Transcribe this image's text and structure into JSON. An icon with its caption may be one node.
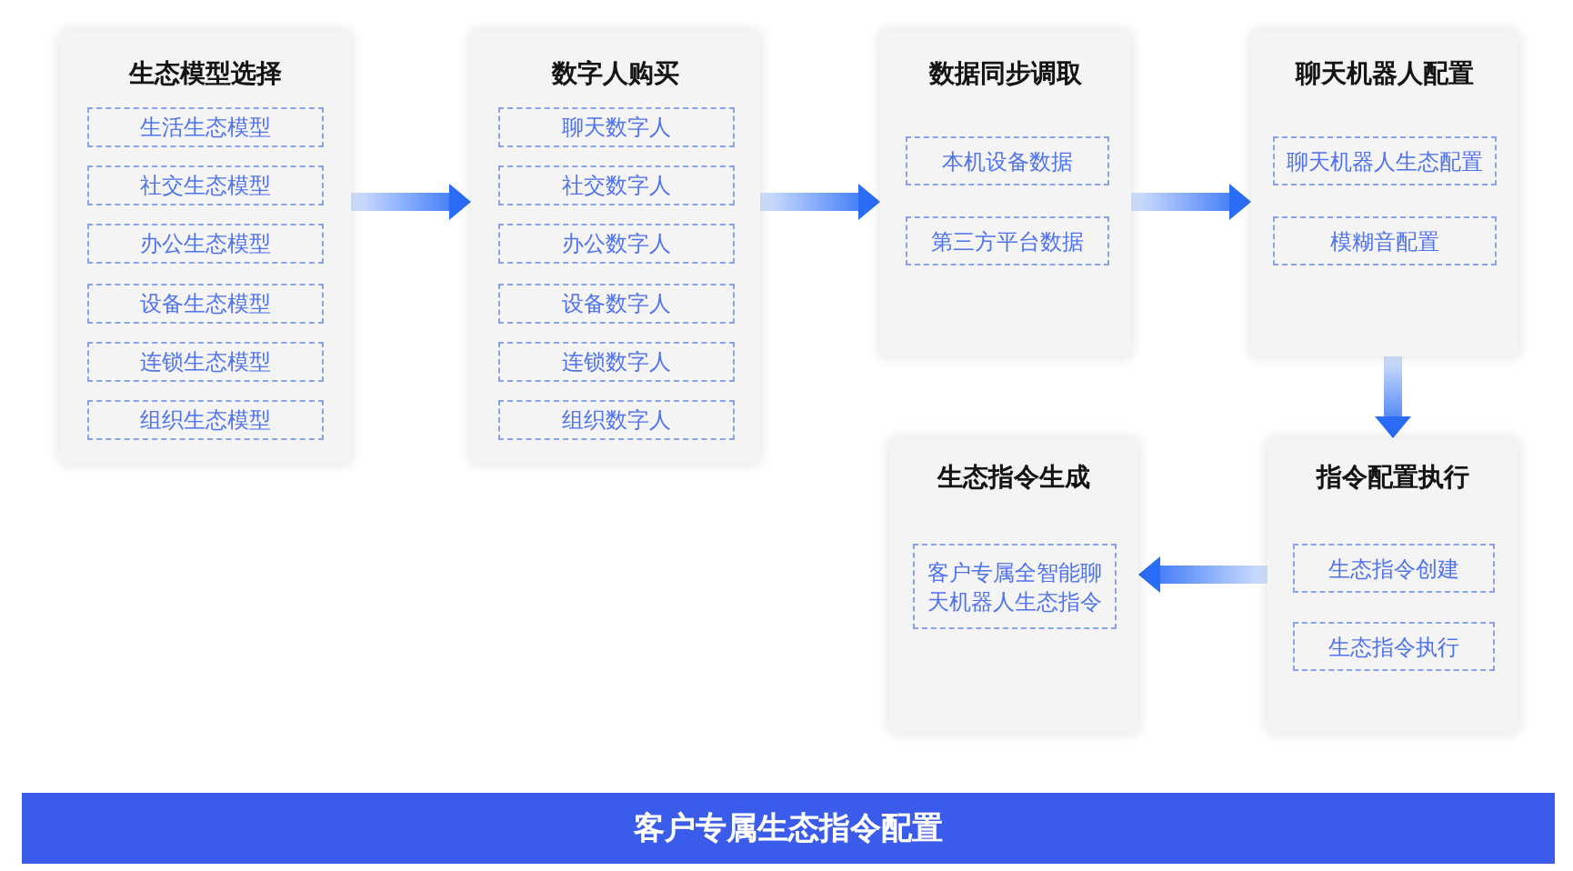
{
  "diagram": {
    "nodes": [
      {
        "text": [
          "生态模型选择"
        ]
      },
      {
        "text": [
          "生活生态模型"
        ],
        "in": 0
      },
      {
        "text": [
          "社交生态模型"
        ],
        "in": 0
      },
      {
        "text": [
          "办公生态模型"
        ],
        "in": 0
      },
      {
        "text": [
          "设备生态模型"
        ],
        "in": 0
      },
      {
        "text": [
          "连锁生态模型"
        ],
        "in": 0
      },
      {
        "text": [
          "组织生态模型"
        ],
        "in": 0
      },
      {
        "text": [
          "数字人购买"
        ]
      },
      {
        "text": [
          "聊天数字人"
        ],
        "in": 7
      },
      {
        "text": [
          "社交数字人"
        ],
        "in": 7
      },
      {
        "text": [
          "办公数字人"
        ],
        "in": 7
      },
      {
        "text": [
          "设备数字人"
        ],
        "in": 7
      },
      {
        "text": [
          "连锁数字人"
        ],
        "in": 7
      },
      {
        "text": [
          "组织数字人"
        ],
        "in": 7
      },
      {
        "text": [
          "数据同步调取"
        ]
      },
      {
        "text": [
          "本机设备数据"
        ],
        "in": 14
      },
      {
        "text": [
          "第三方平台数据"
        ],
        "in": 14
      },
      {
        "text": [
          "聊天机器人配置"
        ]
      },
      {
        "text": [
          "聊天机器人生态配置"
        ],
        "in": 17
      },
      {
        "text": [
          "模糊音配置"
        ],
        "in": 17
      },
      {
        "text": [
          "生态指令生成"
        ]
      },
      {
        "text": [
          "客户专属全智能聊天机器人生态指令"
        ],
        "in": 20
      },
      {
        "text": [
          "指令配置执行"
        ]
      },
      {
        "text": [
          "生态指令创建"
        ],
        "in": 22
      },
      {
        "text": [
          "生态指令执行"
        ],
        "in": 22
      },
      {
        "text": [
          "客户专属生态指令配置"
        ]
      }
    ],
    "edges": [
      {
        "from": 0,
        "to": 7,
        "arrow": "to"
      },
      {
        "from": 7,
        "to": 14,
        "arrow": "to"
      },
      {
        "from": 14,
        "to": 17,
        "arrow": "to"
      },
      {
        "from": 17,
        "to": 22,
        "arrow": "to"
      },
      {
        "from": 22,
        "to": 20,
        "arrow": "to"
      }
    ]
  }
}
